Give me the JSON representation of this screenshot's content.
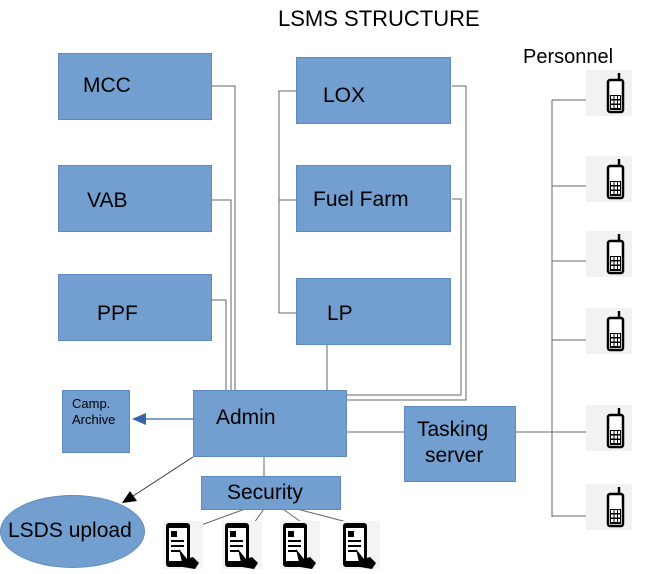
{
  "title": "LSMS STRUCTURE",
  "personnel_label": "Personnel",
  "nodes": {
    "mcc": "MCC",
    "vab": "VAB",
    "ppf": "PPF",
    "lox": "LOX",
    "fuel_farm": "Fuel Farm",
    "lp": "LP",
    "admin": "Admin",
    "camp_archive_line1": "Camp.",
    "camp_archive_line2": "Archive",
    "security": "Security",
    "tasking_server_line1": "Tasking",
    "tasking_server_line2": "server",
    "lsds_upload": "LSDS upload"
  },
  "icons": {
    "personnel_phone": "mobile-phone-icon",
    "security_tablet": "touch-smartphone-icon"
  },
  "personnel_count": 6,
  "security_device_count": 4,
  "colors": {
    "box_fill": "#729fcf",
    "box_border": "#5f8ac0",
    "arrow_blue": "#3465a4",
    "line": "#555555"
  }
}
